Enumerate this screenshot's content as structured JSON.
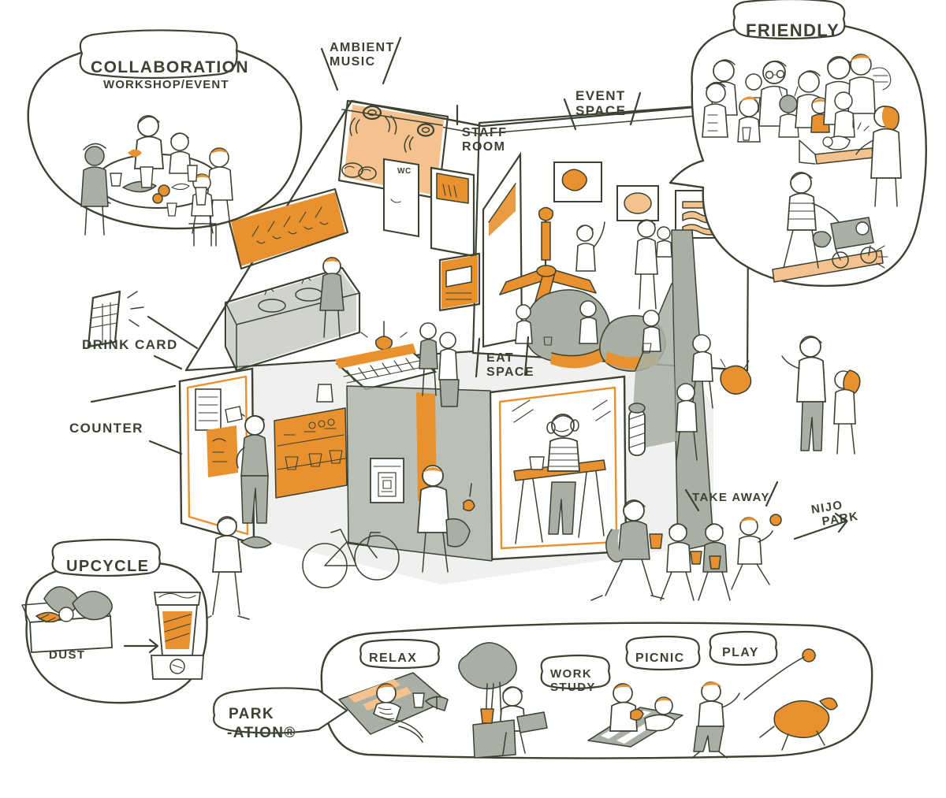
{
  "meta": {
    "title": "Community Cafe Concept Illustration",
    "style": "hand-drawn ink line illustration with orange and sage-grey flat fills"
  },
  "palette": {
    "ink": "#3b4232",
    "orange": "#E8912E",
    "orange_light": "#F4C28E",
    "grey": "#A9AFA3",
    "grey_light": "#C8CCC2",
    "paper": "#ffffff"
  },
  "callouts": {
    "collaboration": {
      "tag_line1": "COLLABORATION",
      "tag_line2": "WORKSHOP/EVENT",
      "scene": "people around a round table preparing and sharing food"
    },
    "friendly": {
      "tag": "FRIENDLY",
      "scene": "crowd of smiling adults and children, baby changing table, parent pushing a stroller up a ramp"
    },
    "upcycle": {
      "tag": "UPCYCLE",
      "sub_label": "DUST",
      "arrow": "→",
      "scene": "crate of surplus vegetables turned into a blended drink"
    },
    "parkation": {
      "tag_line1": "PARK",
      "tag_line2": "-ATION®",
      "items": [
        {
          "tag": "RELAX",
          "scene": "person lying on a picnic blanket with a book and a drink"
        },
        {
          "tag": "WORK\nSTUDY",
          "scene": "person working on a laptop on a bench under a tree"
        },
        {
          "tag": "PICNIC",
          "scene": "two people sitting on a mat eating"
        },
        {
          "tag": "PLAY",
          "scene": "child throwing a ball for a running dog"
        }
      ]
    }
  },
  "annotations": [
    {
      "id": "ambient-music",
      "text": "AMBIENT\nMUSIC"
    },
    {
      "id": "staff-room",
      "text": "STAFF\nROOM"
    },
    {
      "id": "event-space",
      "text": "EVENT\nSPACE"
    },
    {
      "id": "eat-space",
      "text": "EAT\nSPACE"
    },
    {
      "id": "drink-card",
      "text": "DRINK CARD"
    },
    {
      "id": "counter",
      "text": "COUNTER"
    },
    {
      "id": "take-away",
      "text": "TAKE AWAY"
    },
    {
      "id": "nijo-park",
      "text": "NIJO\n  PARK"
    },
    {
      "id": "wc",
      "text": "WC"
    }
  ],
  "building": {
    "description": "cutaway axonometric of a single-storey cafe with open walls",
    "features": [
      "ceiling speakers emitting sound waves",
      "orange ceiling fan",
      "orange shelving unit along the back wall",
      "food photo posters on the event space wall",
      "glass window counter with bar stools",
      "menu board over the service counter",
      "barber pole on the exterior wall",
      "bicycle parked outside",
      "noticeboard poster beside the entrance"
    ]
  }
}
